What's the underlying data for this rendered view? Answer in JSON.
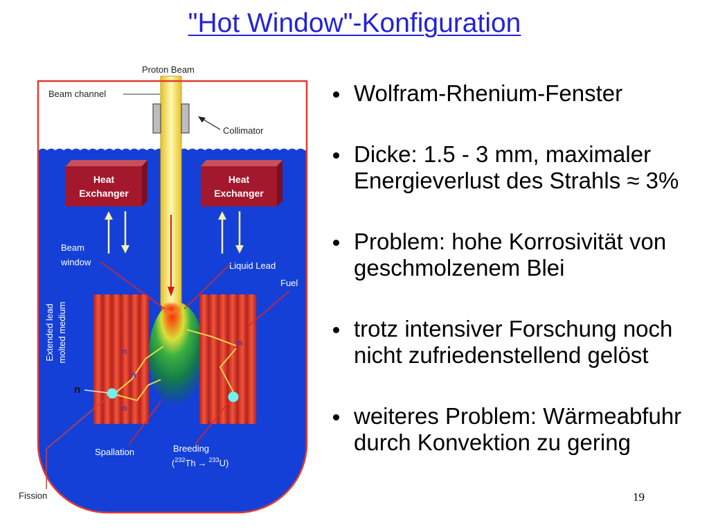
{
  "slide": {
    "title": "\"Hot Window\"-Konfiguration",
    "page_number": "19"
  },
  "bullets": [
    "Wolfram-Rhenium-Fenster",
    "Dicke: 1.5 - 3 mm, maximaler\nEnergieverlust des Strahls ≈ 3%",
    "Problem: hohe Korrosivität von\ngeschmolzenem Blei",
    "trotz intensiver Forschung noch\nnicht zufriedenstellend gelöst",
    "weiteres Problem: Wärmeabfuhr\ndurch Konvektion zu gering"
  ],
  "diagram": {
    "proton_beam": "Proton Beam",
    "beam_channel": "Beam channel",
    "collimator": "Collimator",
    "heat_exchanger_left": [
      "Heat",
      "Exchanger"
    ],
    "heat_exchanger_right": [
      "Heat",
      "Exchanger"
    ],
    "beam_window": [
      "Beam",
      "window"
    ],
    "liquid_lead": "Liquid Lead",
    "fuel": "Fuel",
    "extended_lead": [
      "Extended lead",
      "molted medium"
    ],
    "neutron": "n",
    "spallation": "Spallation",
    "breeding": "Breeding",
    "breeding_reaction": {
      "open": "(",
      "parent_mass": "232",
      "parent": "Th",
      "arrow": "→",
      "product_mass": "233",
      "product": "U",
      "close": ")"
    },
    "fission": "Fission"
  },
  "colors": {
    "title_blue": "#2222d8",
    "liquid_lead_blue": "#1440d8",
    "vessel_outline_red": "#e23a30",
    "heat_exchanger_red": "#a3182c",
    "fuel_rod_red": "#e23a2c",
    "beam_yellow": "#f4de48",
    "neutron_dot_cyan": "#6ff2f2"
  }
}
